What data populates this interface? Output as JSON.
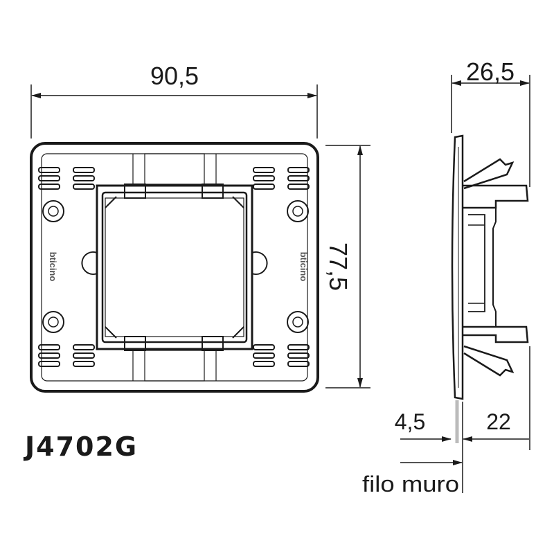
{
  "product_code": "J4702G",
  "brand_mark": "bticino",
  "dimensions": {
    "width": "90,5",
    "height": "77,5",
    "depth": "26,5",
    "front_offset": "4,5",
    "rear_depth": "22"
  },
  "wall_label": "filo muro",
  "colors": {
    "line": "#1a1a1a",
    "wall_line": "#bbbbbb"
  }
}
